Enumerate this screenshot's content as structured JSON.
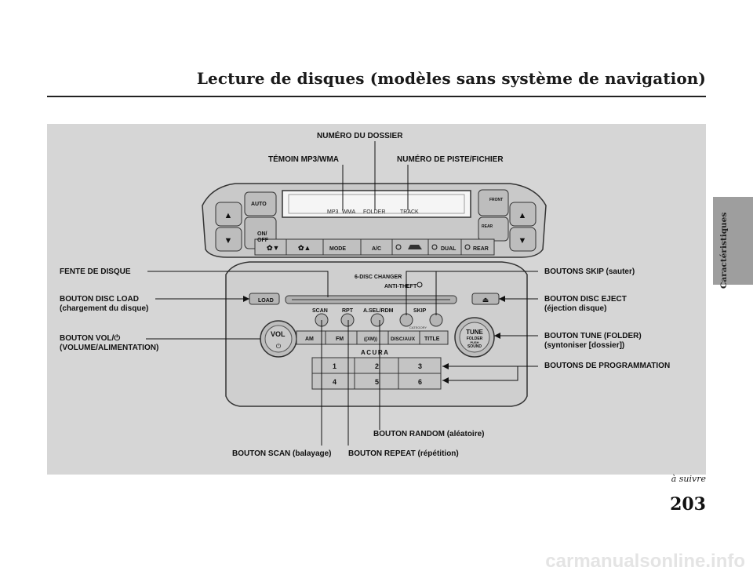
{
  "header": {
    "title": "Lecture de disques (modèles sans système de navigation)"
  },
  "side_tab": {
    "label": "Caractéristiques"
  },
  "callouts": {
    "folder_number": "NUMÉRO DU DOSSIER",
    "mp3_wma_indicator": "TÉMOIN MP3/WMA",
    "track_file_number": "NUMÉRO DE PISTE/FICHIER",
    "disc_slot": "FENTE DE DISQUE",
    "disc_load_line1": "BOUTON DISC LOAD",
    "disc_load_line2": "(chargement du disque)",
    "vol_line1": "BOUTON VOL/",
    "vol_line2": "(VOLUME/ALIMENTATION)",
    "skip_buttons": "BOUTONS SKIP (sauter)",
    "disc_eject_line1": "BOUTON DISC EJECT",
    "disc_eject_line2": "(éjection disque)",
    "tune_line1": "BOUTON TUNE (FOLDER)",
    "tune_line2": "(syntoniser [dossier])",
    "preset_buttons": "BOUTONS DE PROGRAMMATION",
    "random_button": "BOUTON RANDOM (aléatoire)",
    "scan_button": "BOUTON SCAN (balayage)",
    "repeat_button": "BOUTON REPEAT (répétition)"
  },
  "panel": {
    "display_labels": [
      "MP3",
      "WMA",
      "FOLDER",
      "TRACK"
    ],
    "auto": "AUTO",
    "on": "ON/",
    "off": "OFF",
    "mode": "MODE",
    "ac": "A/C",
    "dual": "DUAL",
    "rear_btn": "REAR",
    "front_defrost": "FRONT",
    "rear_defrost": "REAR",
    "changer": "6-DISC CHANGER",
    "anti_theft": "ANTI-THEFT",
    "load": "LOAD",
    "scan": "SCAN",
    "rpt": "RPT",
    "asel_rdm": "A.SEL/RDM",
    "skip": "SKIP",
    "category": "CATEGORY",
    "vol": "VOL",
    "am": "AM",
    "fm": "FM",
    "xm": "((XM))",
    "disc_aux": "DISC/AUX",
    "title_btn": "TITLE",
    "brand": "ACURA",
    "presets": [
      "1",
      "2",
      "3",
      "4",
      "5",
      "6"
    ],
    "tune": "TUNE",
    "folder": "FOLDER",
    "push": "PUSH",
    "sound": "SOUND"
  },
  "footer": {
    "continued": "à suivre",
    "page_number": "203",
    "site": "carmanualsonline.info"
  }
}
